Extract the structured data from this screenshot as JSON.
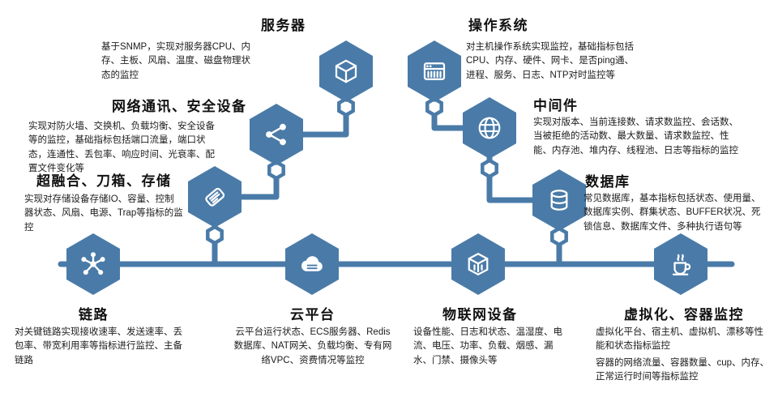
{
  "colors": {
    "accent": "#4a7ba8",
    "title_text": "#111111",
    "body_text": "#1c1c1c",
    "icon": "#ffffff"
  },
  "nodes": {
    "server": {
      "title": "服务器",
      "desc": "基于SNMP，实现对服务器CPU、内存、主板、风扇、温度、磁盘物理状态的监控",
      "icon": "cube-icon"
    },
    "os": {
      "title": "操作系统",
      "desc": "对主机操作系统实现监控，基础指标包括CPU、内存、硬件、网卡、是否ping通、进程、服务、日志、NTP对时监控等",
      "icon": "server-rack-icon"
    },
    "network": {
      "title": "网络通讯、安全设备",
      "desc": "实现对防火墙、交换机、负载均衡、安全设备等的监控，基础指标包括端口流量，端口状态，连通性、丢包率、响应时间、光衰率、配置文件变化等",
      "icon": "share-nodes-icon"
    },
    "middleware": {
      "title": "中间件",
      "desc": "实现对版本、当前连接数、请求数监控、会话数、当被拒绝的活动数、最大数量、请求数监控、性能、内存池、堆内存、线程池、日志等指标的监控",
      "icon": "globe-icon"
    },
    "storage": {
      "title": "超融合、刀箱、存储",
      "desc": "实现对存储设备存储IO、容量、控制器状态、风扇、电源、Trap等指标的监控",
      "icon": "scroll-icon"
    },
    "database": {
      "title": "数据库",
      "desc": "常见数据库，基本指标包括状态、使用量、数据库实例、群集状态、BUFFER状况、死锁信息、数据库文件、多种执行语句等",
      "icon": "database-icon"
    },
    "link": {
      "title": "链路",
      "desc": "对关键链路实现接收速率、发送速率、丢包率、带宽利用率等指标进行监控、主备链路",
      "icon": "molecule-icon"
    },
    "cloud": {
      "title": "云平台",
      "desc": "云平台运行状态、ECS服务器、Redis数据库、NAT网关、负载均衡、专有网络VPC、资费情况等监控",
      "icon": "cloud-icon"
    },
    "iot": {
      "title": "物联网设备",
      "desc": "设备性能、日志和状态、温湿度、电流、电压、功率、负载、烟感、漏水、门禁、摄像头等",
      "icon": "iot-box-icon"
    },
    "virtualization": {
      "title": "虚拟化、容器监控",
      "desc": "虚拟化平台、宿主机、虚拟机、漂移等性能和状态指标监控",
      "desc2": "容器的网络流量、容器数量、cup、内存、正常运行时间等指标监控",
      "icon": "java-cup-icon"
    }
  }
}
